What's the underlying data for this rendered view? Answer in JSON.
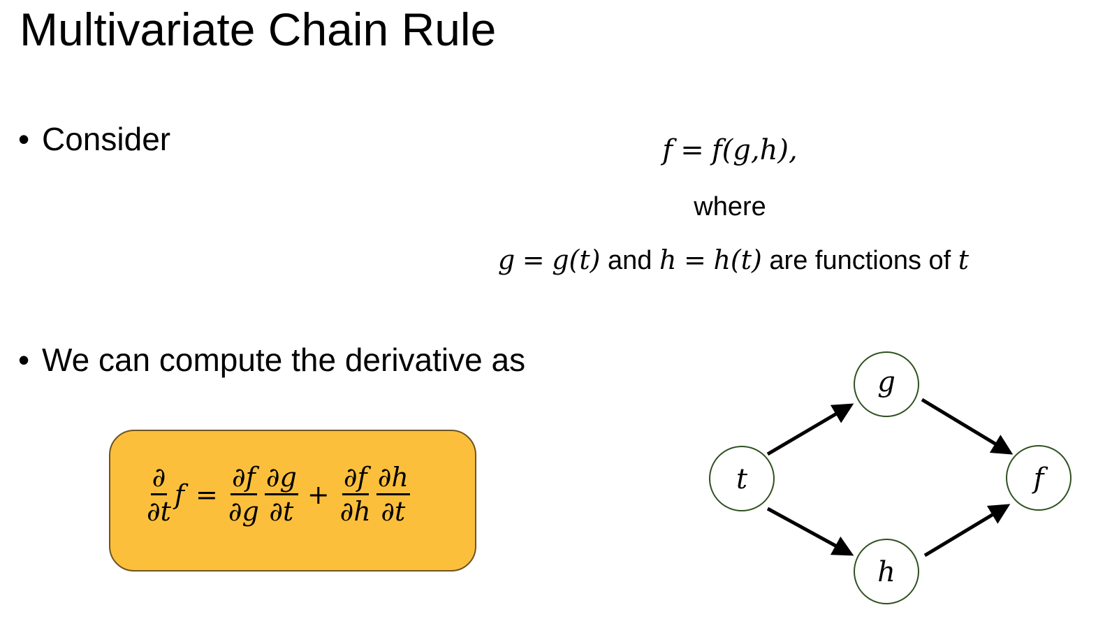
{
  "title": "Multivariate Chain Rule",
  "bullets": [
    "Consider",
    "We can compute the derivative as"
  ],
  "definition": {
    "line1": {
      "lhs": "f",
      "eq": "=",
      "rhs": "f(g,h),"
    },
    "line2": "where",
    "line3": {
      "a": "g",
      "eq": "=",
      "b": "g(t)",
      "and": "and",
      "c": "h",
      "d": "h(t)",
      "tail": "are functions of",
      "var": "t"
    }
  },
  "formula": {
    "d_num": "∂",
    "d_den": "∂t",
    "f": "f",
    "eq": "=",
    "t1_num": "∂f",
    "t1_den": "∂g",
    "t2_num": "∂g",
    "t2_den": "∂t",
    "plus": "+",
    "t3_num": "∂f",
    "t3_den": "∂h",
    "t4_num": "∂h",
    "t4_den": "∂t",
    "box_color": "#FBBF3B"
  },
  "graph": {
    "nodes": {
      "t": "t",
      "g": "g",
      "h": "h",
      "f": "f"
    },
    "edges": [
      [
        "t",
        "g"
      ],
      [
        "g",
        "f"
      ],
      [
        "t",
        "h"
      ],
      [
        "h",
        "f"
      ]
    ],
    "node_stroke": "#2f4f1f"
  }
}
